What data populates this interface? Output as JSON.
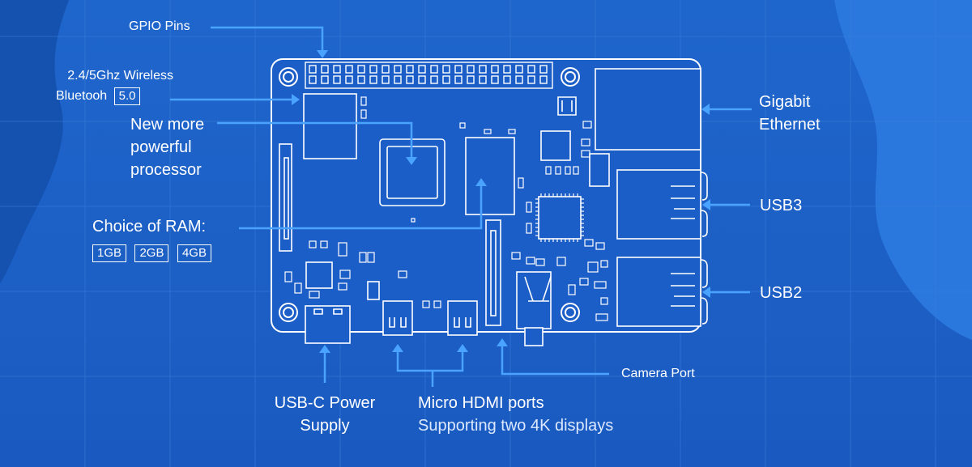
{
  "colors": {
    "background": "#1d5fc4",
    "blob": "#2a78dd",
    "blob_dark": "#1552b0",
    "grid": "#3b7ed8",
    "board_line": "#ffffff",
    "pointer": "#4aa3ff"
  },
  "labels": {
    "gpio": "GPIO Pins",
    "wireless_line1": "2.4/5Ghz Wireless",
    "wireless_line2": "Bluetooh",
    "wireless_version": "5.0",
    "processor_line1": "New more",
    "processor_line2": "powerful",
    "processor_line3": "processor",
    "ram_title": "Choice of RAM:",
    "ram_options": [
      "1GB",
      "2GB",
      "4GB"
    ],
    "ethernet_line1": "Gigabit",
    "ethernet_line2": "Ethernet",
    "usb3": "USB3",
    "usb2": "USB2",
    "camera": "Camera Port",
    "power_line1": "USB-C Power",
    "power_line2": "Supply",
    "hdmi_line1": "Micro HDMI ports",
    "hdmi_line2": "Supporting two 4K displays"
  }
}
